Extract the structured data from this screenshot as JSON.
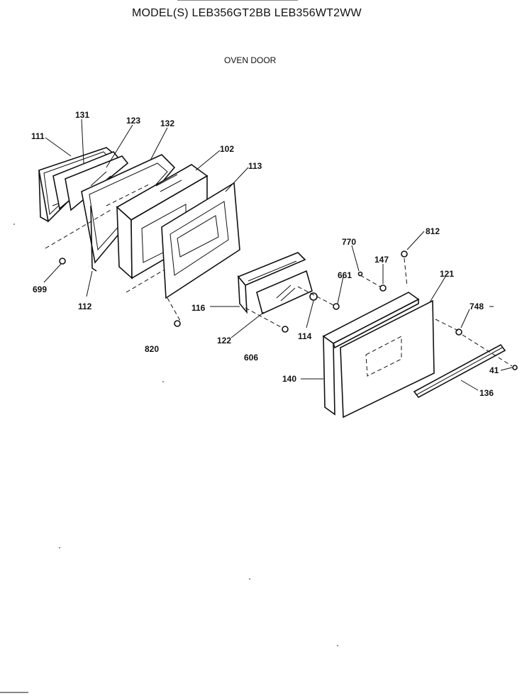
{
  "header": {
    "model_line": "MODEL(S) LEB356GT2BB  LEB356WT2WW",
    "section": "OVEN DOOR"
  },
  "callouts": [
    {
      "key": "p111",
      "text": "111"
    },
    {
      "key": "p131",
      "text": "131"
    },
    {
      "key": "p123",
      "text": "123"
    },
    {
      "key": "p132",
      "text": "132"
    },
    {
      "key": "p102",
      "text": "102"
    },
    {
      "key": "p113",
      "text": "113"
    },
    {
      "key": "p699",
      "text": "699"
    },
    {
      "key": "p112",
      "text": "112"
    },
    {
      "key": "p820",
      "text": "820"
    },
    {
      "key": "p116",
      "text": "116"
    },
    {
      "key": "p122",
      "text": "122"
    },
    {
      "key": "p606",
      "text": "606"
    },
    {
      "key": "p114",
      "text": "114"
    },
    {
      "key": "p661",
      "text": "661"
    },
    {
      "key": "p770",
      "text": "770"
    },
    {
      "key": "p147",
      "text": "147"
    },
    {
      "key": "p812",
      "text": "812"
    },
    {
      "key": "p121",
      "text": "121"
    },
    {
      "key": "p748",
      "text": "748"
    },
    {
      "key": "p140",
      "text": "140"
    },
    {
      "key": "p41",
      "text": "41"
    },
    {
      "key": "p136",
      "text": "136"
    }
  ]
}
